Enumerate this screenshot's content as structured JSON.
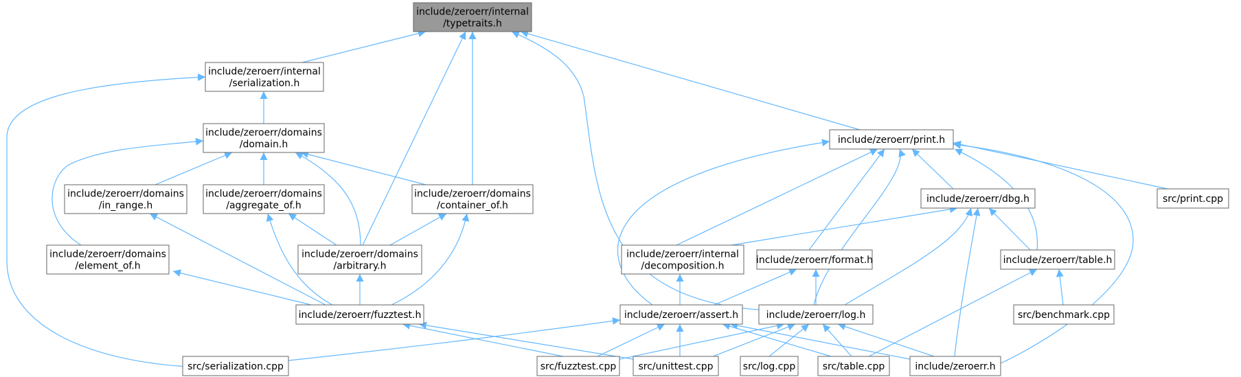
{
  "graph": {
    "nodes": [
      {
        "id": "typetraits",
        "lines": [
          "include/zeroerr/internal",
          "/typetraits.h"
        ],
        "root": true
      },
      {
        "id": "serialization_h",
        "lines": [
          "include/zeroerr/internal",
          "/serialization.h"
        ]
      },
      {
        "id": "domain_h",
        "lines": [
          "include/zeroerr/domains",
          "/domain.h"
        ]
      },
      {
        "id": "in_range_h",
        "lines": [
          "include/zeroerr/domains",
          "/in_range.h"
        ]
      },
      {
        "id": "aggregate_of_h",
        "lines": [
          "include/zeroerr/domains",
          "/aggregate_of.h"
        ]
      },
      {
        "id": "container_of_h",
        "lines": [
          "include/zeroerr/domains",
          "/container_of.h"
        ]
      },
      {
        "id": "element_of_h",
        "lines": [
          "include/zeroerr/domains",
          "/element_of.h"
        ]
      },
      {
        "id": "arbitrary_h",
        "lines": [
          "include/zeroerr/domains",
          "/arbitrary.h"
        ]
      },
      {
        "id": "fuzztest_h",
        "lines": [
          "include/zeroerr/fuzztest.h"
        ]
      },
      {
        "id": "serialization_cpp",
        "lines": [
          "src/serialization.cpp"
        ]
      },
      {
        "id": "print_h",
        "lines": [
          "include/zeroerr/print.h"
        ]
      },
      {
        "id": "print_cpp",
        "lines": [
          "src/print.cpp"
        ]
      },
      {
        "id": "dbg_h",
        "lines": [
          "include/zeroerr/dbg.h"
        ]
      },
      {
        "id": "decomposition_h",
        "lines": [
          "include/zeroerr/internal",
          "/decomposition.h"
        ]
      },
      {
        "id": "format_h",
        "lines": [
          "include/zeroerr/format.h"
        ]
      },
      {
        "id": "table_h",
        "lines": [
          "include/zeroerr/table.h"
        ]
      },
      {
        "id": "benchmark_cpp",
        "lines": [
          "src/benchmark.cpp"
        ]
      },
      {
        "id": "assert_h",
        "lines": [
          "include/zeroerr/assert.h"
        ]
      },
      {
        "id": "log_h",
        "lines": [
          "include/zeroerr/log.h"
        ]
      },
      {
        "id": "fuzztest_cpp",
        "lines": [
          "src/fuzztest.cpp"
        ]
      },
      {
        "id": "unittest_cpp",
        "lines": [
          "src/unittest.cpp"
        ]
      },
      {
        "id": "log_cpp",
        "lines": [
          "src/log.cpp"
        ]
      },
      {
        "id": "table_cpp",
        "lines": [
          "src/table.cpp"
        ]
      },
      {
        "id": "zeroerr_h",
        "lines": [
          "include/zeroerr.h"
        ]
      }
    ],
    "edges": [
      [
        "serialization_h",
        "typetraits"
      ],
      [
        "arbitrary_h",
        "typetraits"
      ],
      [
        "container_of_h",
        "typetraits"
      ],
      [
        "log_h",
        "typetraits"
      ],
      [
        "print_h",
        "typetraits"
      ],
      [
        "domain_h",
        "serialization_h"
      ],
      [
        "serialization_cpp",
        "serialization_h"
      ],
      [
        "in_range_h",
        "domain_h"
      ],
      [
        "aggregate_of_h",
        "domain_h"
      ],
      [
        "container_of_h",
        "domain_h"
      ],
      [
        "element_of_h",
        "domain_h"
      ],
      [
        "arbitrary_h",
        "domain_h"
      ],
      [
        "fuzztest_h",
        "in_range_h"
      ],
      [
        "arbitrary_h",
        "aggregate_of_h"
      ],
      [
        "fuzztest_h",
        "aggregate_of_h"
      ],
      [
        "arbitrary_h",
        "container_of_h"
      ],
      [
        "fuzztest_h",
        "container_of_h"
      ],
      [
        "fuzztest_h",
        "element_of_h"
      ],
      [
        "fuzztest_h",
        "arbitrary_h"
      ],
      [
        "fuzztest_cpp",
        "fuzztest_h"
      ],
      [
        "unittest_cpp",
        "fuzztest_h"
      ],
      [
        "dbg_h",
        "print_h"
      ],
      [
        "decomposition_h",
        "print_h"
      ],
      [
        "format_h",
        "print_h"
      ],
      [
        "table_h",
        "print_h"
      ],
      [
        "print_cpp",
        "print_h"
      ],
      [
        "assert_h",
        "print_h"
      ],
      [
        "log_h",
        "print_h"
      ],
      [
        "zeroerr_h",
        "print_h"
      ],
      [
        "decomposition_h",
        "dbg_h"
      ],
      [
        "log_h",
        "dbg_h"
      ],
      [
        "table_h",
        "dbg_h"
      ],
      [
        "zeroerr_h",
        "dbg_h"
      ],
      [
        "assert_h",
        "decomposition_h"
      ],
      [
        "assert_h",
        "format_h"
      ],
      [
        "log_h",
        "format_h"
      ],
      [
        "benchmark_cpp",
        "table_h"
      ],
      [
        "table_cpp",
        "table_h"
      ],
      [
        "serialization_cpp",
        "assert_h"
      ],
      [
        "fuzztest_cpp",
        "assert_h"
      ],
      [
        "unittest_cpp",
        "assert_h"
      ],
      [
        "table_cpp",
        "assert_h"
      ],
      [
        "zeroerr_h",
        "assert_h"
      ],
      [
        "fuzztest_cpp",
        "log_h"
      ],
      [
        "unittest_cpp",
        "log_h"
      ],
      [
        "log_cpp",
        "log_h"
      ],
      [
        "table_cpp",
        "log_h"
      ],
      [
        "zeroerr_h",
        "log_h"
      ]
    ]
  }
}
